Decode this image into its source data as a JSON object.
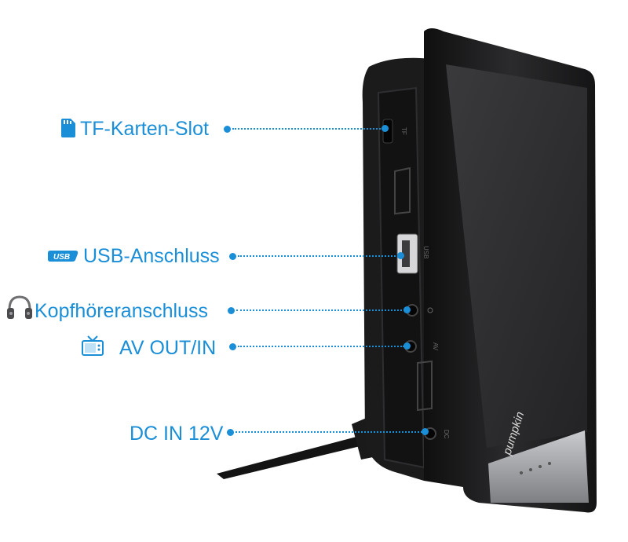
{
  "callouts": [
    {
      "id": "tf",
      "label": "TF-Karten-Slot",
      "icon": "sd-card-icon"
    },
    {
      "id": "usb",
      "label": "USB-Anschluss",
      "icon": "usb-icon"
    },
    {
      "id": "headphone",
      "label": "Kopfhöreranschluss",
      "icon": "headphones-icon"
    },
    {
      "id": "av",
      "label": "AV OUT/IN",
      "icon": "tv-icon"
    },
    {
      "id": "dc",
      "label": "DC IN 12V",
      "icon": ""
    }
  ],
  "device": {
    "brand": "pumpkin",
    "port_labels": {
      "tf": "TF",
      "usb": "USB",
      "av": "AV",
      "dc": "DC"
    }
  },
  "colors": {
    "accent": "#1a8fd8",
    "device_body": "#1c1c1e",
    "screen": "#2a2a2c",
    "trim": "#a7a9ad"
  }
}
